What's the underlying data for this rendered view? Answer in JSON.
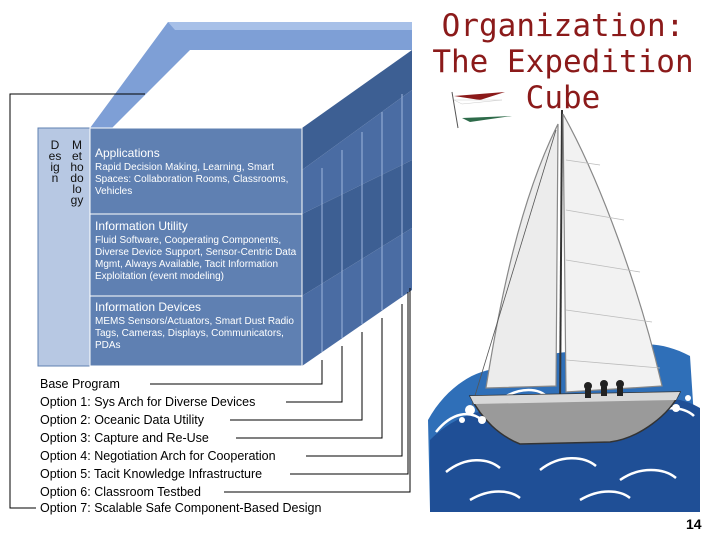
{
  "title": {
    "line1": "Organization:",
    "line2": "The Expedition",
    "line3": "Cube"
  },
  "vertical_labels": {
    "design": "Design",
    "methodology": "Methodology"
  },
  "layers": [
    {
      "header": "Applications",
      "body": "Rapid Decision Making, Learning, Smart Spaces: Collaboration Rooms, Classrooms, Vehicles"
    },
    {
      "header": "Information Utility",
      "body": "Fluid Software, Cooperating Components, Diverse Device Support, Sensor-Centric Data Mgmt, Always Available, Tacit Information Exploitation (event modeling)"
    },
    {
      "header": "Information Devices",
      "body": "MEMS Sensors/Actuators, Smart Dust Radio Tags, Cameras, Displays, Communicators, PDAs"
    }
  ],
  "options": [
    "Base Program",
    "Option 1: Sys Arch for Diverse Devices",
    "Option 2: Oceanic Data Utility",
    "Option 3: Capture and Re-Use",
    "Option 4: Negotiation Arch for Cooperation",
    "Option 5: Tacit Knowledge Infrastructure",
    "Option 6: Classroom Testbed",
    "Option 7: Scalable Safe Component-Based Design"
  ],
  "page_number": "14",
  "colors": {
    "title": "#8b1a1a",
    "cube_front": "#5f80b2",
    "cube_top": "#7e9fd6",
    "cube_side": "#3d5f93"
  },
  "icons": {
    "illustration": "sailboat-on-waves",
    "flag": "pennant-flags"
  }
}
